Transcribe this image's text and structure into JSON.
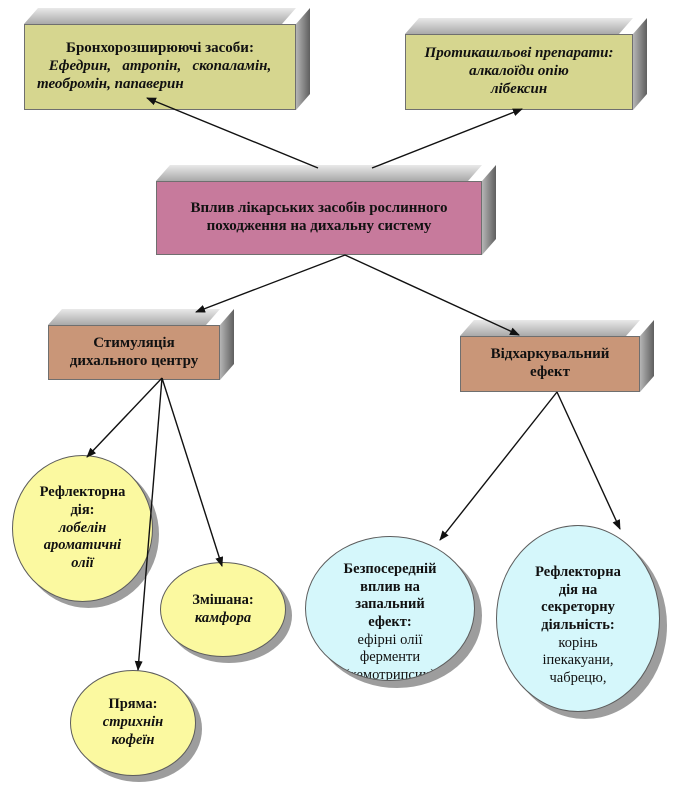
{
  "colors": {
    "olive_box": "#d6d68f",
    "pink_box": "#c77a9c",
    "tan_box": "#c99678",
    "yellow_ellipse": "#fbf9a0",
    "cyan_ellipse": "#d5f7fb",
    "arrow": "#111111"
  },
  "nodes": {
    "bronchodilators": {
      "title": "Бронхорозширюючі засоби:",
      "line1": "Ефедрин,   атропін,   скопаламін,",
      "line2": "теобромін, папаверин"
    },
    "antitussive": {
      "title": "Протикашльові препарати:",
      "line1": "алкалоїди опію",
      "line2": "лібексин"
    },
    "main": {
      "line1": "Вплив лікарських засобів рослинного",
      "line2": "походження на дихальну систему"
    },
    "stimulation": {
      "line1": "Стимуляція",
      "line2": "дихального центру"
    },
    "expectorant": {
      "line1": "Відхаркувальний",
      "line2": "ефект"
    },
    "reflex_action": {
      "line1": "Рефлекторна",
      "line2": "дія:",
      "line3": "лобелін",
      "line4": "ароматичні",
      "line5": "олії"
    },
    "mixed": {
      "line1": "Змішана:",
      "line2": "камфора"
    },
    "direct": {
      "line1": "Пряма:",
      "line2": "стрихнін",
      "line3": "кофеїн"
    },
    "direct_influence": {
      "line1": "Безпосередній",
      "line2": "вплив на",
      "line3": "запальний",
      "line4": "ефект:",
      "line5": "ефірні олії",
      "line6": "ферменти",
      "line7": "(хемотрипсин)"
    },
    "reflex_secretory": {
      "line1": "Рефлекторна",
      "line2": "дія на",
      "line3": "секреторну",
      "line4": "діяльність:",
      "line5": "корінь",
      "line6": "іпекакуани,",
      "line7": "чабрецю,"
    }
  }
}
